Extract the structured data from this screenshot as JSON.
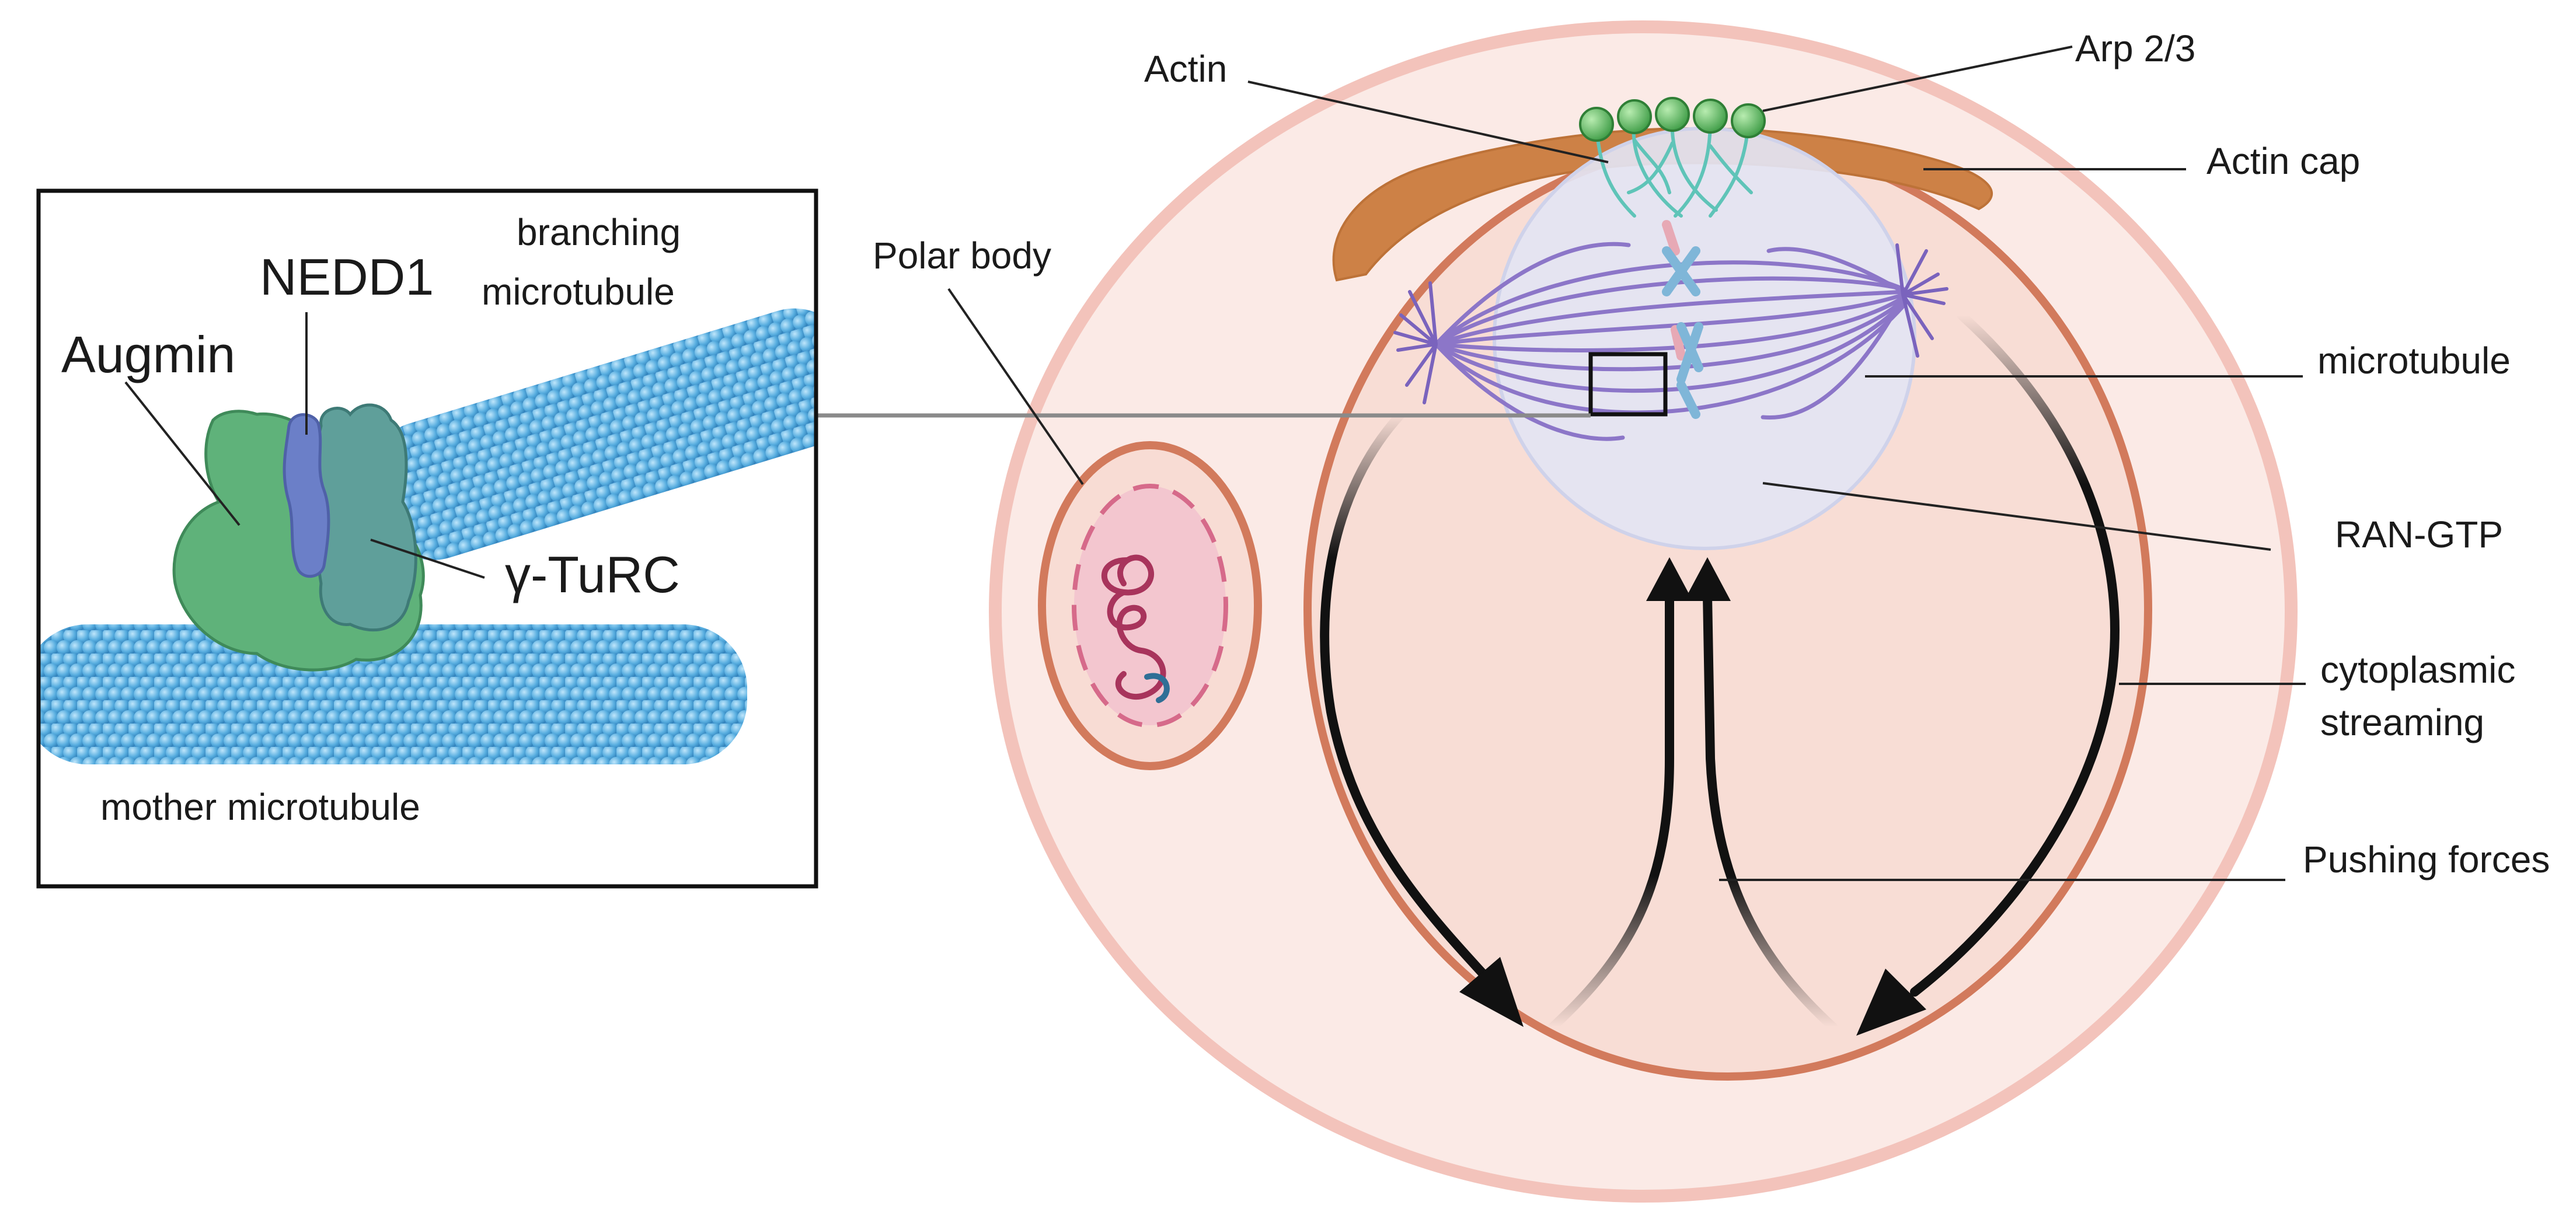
{
  "inset": {
    "labels": {
      "nedd1": "NEDD1",
      "augmin": "Augmin",
      "branching_line1": "branching",
      "branching_line2": "microtubule",
      "gamma_turc": "γ-TuRC",
      "mother": "mother microtubule"
    }
  },
  "oocyte": {
    "labels": {
      "actin": "Actin",
      "arp": "Arp 2/3",
      "actin_cap": "Actin cap",
      "polar_body": "Polar body",
      "microtubule": "microtubule",
      "ran_gtp": "RAN-GTP",
      "cytoplasmic_line1": "cytoplasmic",
      "cytoplasmic_line2": "streaming",
      "pushing_forces": "Pushing forces"
    }
  },
  "colors": {
    "outer_zona": "#f3c3bb",
    "cell_fill": "#f8ddd5",
    "cell_membrane": "#d27a5c",
    "actin_cap": "#cd8146",
    "spindle_zone": "#dfe1f2",
    "spindle_fibers": "#8c76c8",
    "chromosome": "#7fb6d8",
    "arp_sphere": "#69c46a",
    "augmin": "#5fb27a",
    "nedd1": "#6b7fc8",
    "gamma_turc": "#5f9f9a",
    "microtubule_bead": "#58aee0"
  }
}
